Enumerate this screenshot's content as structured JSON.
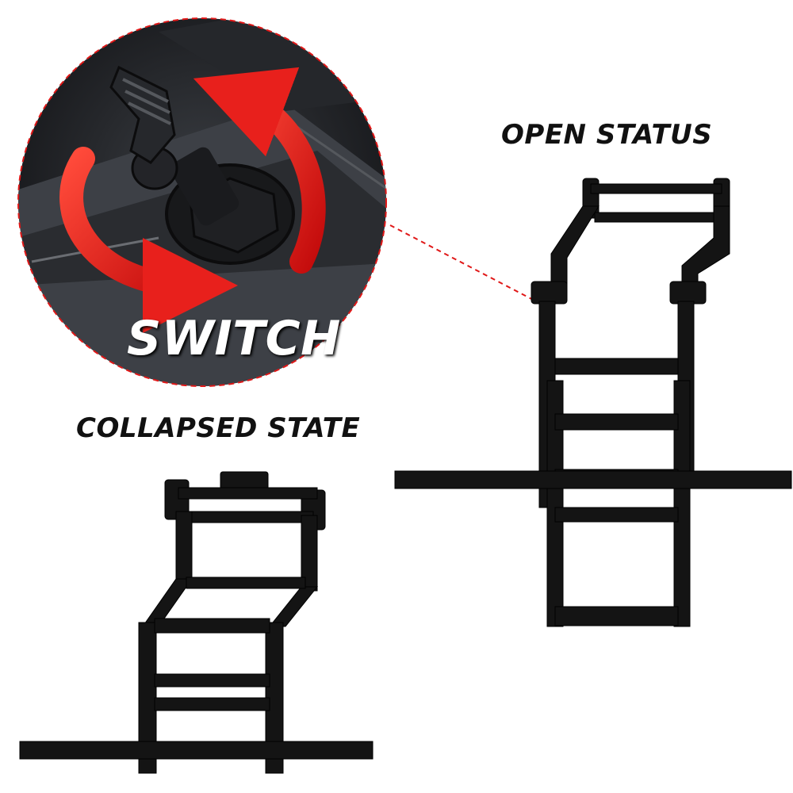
{
  "labels": {
    "open": "OPEN STATUS",
    "collapsed": "COLLAPSED STATE",
    "switch": "SWITCH"
  },
  "colors": {
    "accent_red": "#e01818",
    "metal_black": "#141414",
    "dark_gray": "#2b2d31"
  }
}
